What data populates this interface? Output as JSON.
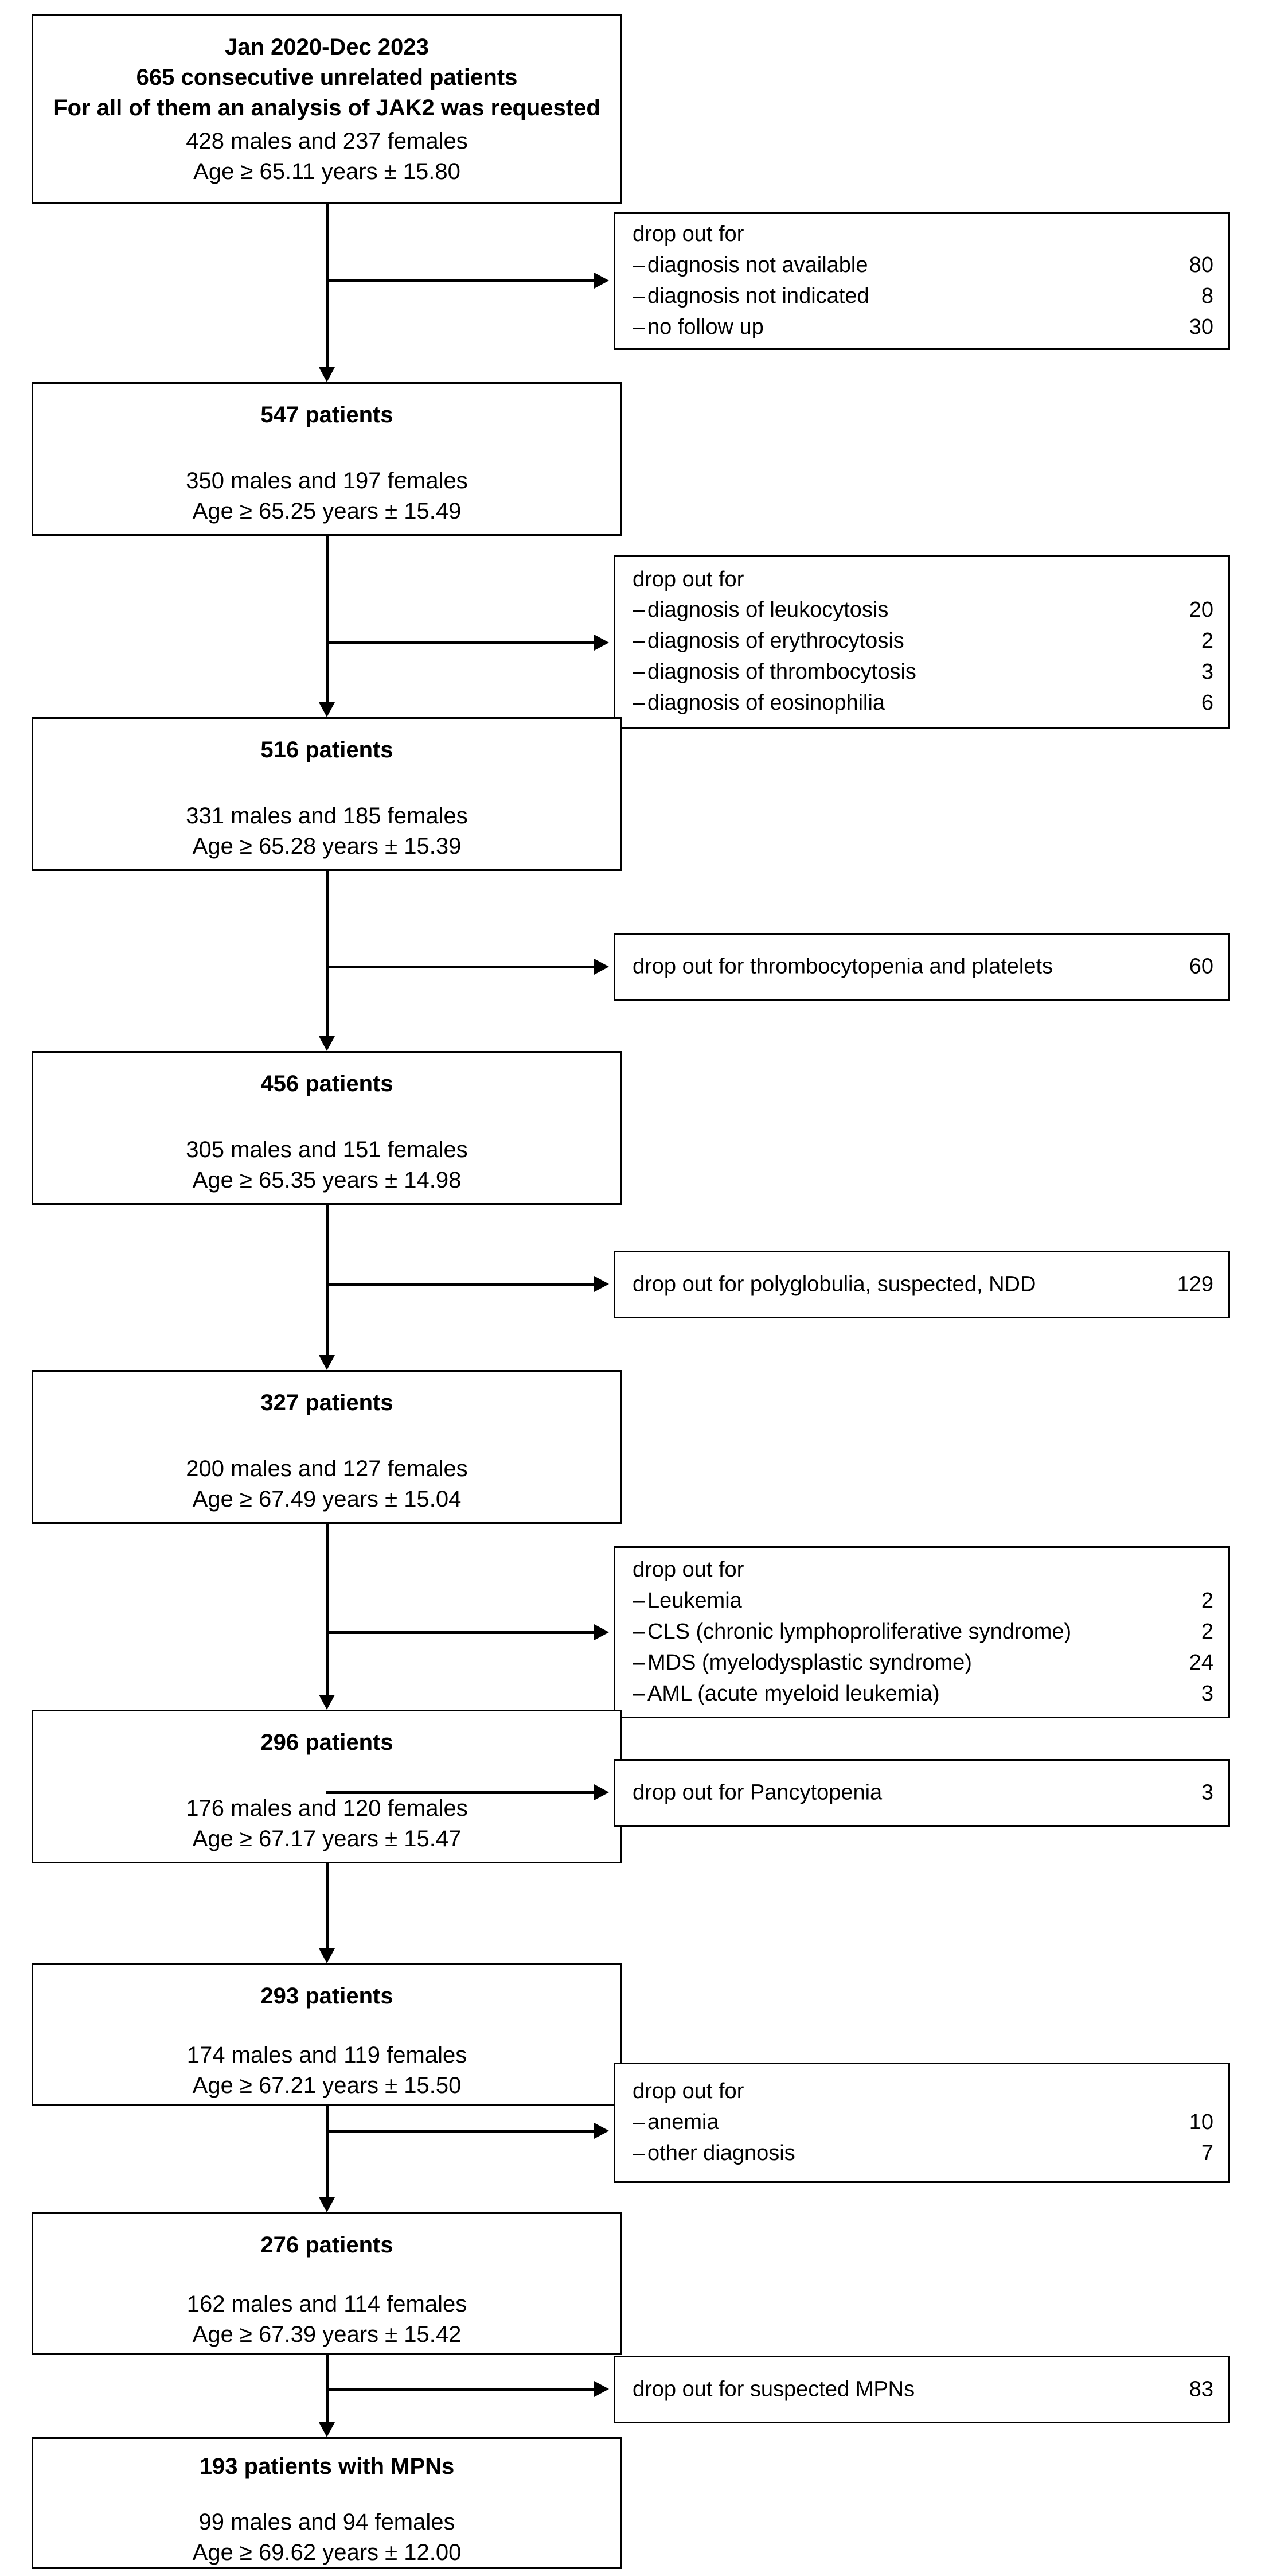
{
  "diagram": {
    "title": "Patient selection flowchart (STROBE-style)",
    "stages": [
      {
        "id": "stage-665",
        "title_lines": [
          "Jan 2020-Dec 2023",
          "665 consecutive unrelated patients",
          "For all of them an analysis of JAK2 was requested"
        ],
        "sub_lines": [
          "428 males and 237 females",
          "Age ≥ 65.11 years ± 15.80"
        ]
      },
      {
        "id": "stage-547",
        "title_lines": [
          "547 patients"
        ],
        "sub_lines": [
          "350 males and 197 females",
          "Age ≥ 65.25 years ± 15.49"
        ]
      },
      {
        "id": "stage-516",
        "title_lines": [
          "516 patients"
        ],
        "sub_lines": [
          "331 males and 185 females",
          "Age ≥ 65.28 years ± 15.39"
        ]
      },
      {
        "id": "stage-456",
        "title_lines": [
          "456 patients"
        ],
        "sub_lines": [
          "305 males and 151 females",
          "Age ≥ 65.35 years ± 14.98"
        ]
      },
      {
        "id": "stage-327",
        "title_lines": [
          "327 patients"
        ],
        "sub_lines": [
          "200 males and 127 females",
          "Age ≥ 67.49 years ± 15.04"
        ]
      },
      {
        "id": "stage-296",
        "title_lines": [
          "296 patients"
        ],
        "sub_lines": [
          "176 males and 120 females",
          "Age ≥ 67.17 years ± 15.47"
        ]
      },
      {
        "id": "stage-293",
        "title_lines": [
          "293 patients"
        ],
        "sub_lines": [
          "174 males and 119 females",
          "Age ≥ 67.21 years ± 15.50"
        ]
      },
      {
        "id": "stage-276",
        "title_lines": [
          "276 patients"
        ],
        "sub_lines": [
          "162 males and 114 females",
          "Age ≥ 67.39 years ± 15.42"
        ]
      },
      {
        "id": "stage-193",
        "title_lines": [
          "193 patients with MPNs"
        ],
        "sub_lines": [
          "99 males and 94 females",
          "Age ≥ 69.62 years ± 12.00"
        ]
      }
    ],
    "dropouts": [
      {
        "id": "dropout-1",
        "heading": "drop out for",
        "dash": "–",
        "items": [
          {
            "label": "diagnosis not available",
            "count": "80"
          },
          {
            "label": "diagnosis not indicated",
            "count": "8"
          },
          {
            "label": "no follow up",
            "count": "30"
          }
        ]
      },
      {
        "id": "dropout-2",
        "heading": "drop out for",
        "dash": "–",
        "items": [
          {
            "label": "diagnosis of leukocytosis",
            "count": "20"
          },
          {
            "label": "diagnosis of erythrocytosis",
            "count": "2"
          },
          {
            "label": "diagnosis of thrombocytosis",
            "count": "3"
          },
          {
            "label": "diagnosis of eosinophilia",
            "count": "6"
          }
        ]
      },
      {
        "id": "dropout-3",
        "heading": "",
        "dash": "",
        "items": [
          {
            "label": "drop out for thrombocytopenia and platelets",
            "count": "60"
          }
        ]
      },
      {
        "id": "dropout-4",
        "heading": "",
        "dash": "",
        "items": [
          {
            "label": "drop out for polyglobulia, suspected, NDD",
            "count": "129"
          }
        ]
      },
      {
        "id": "dropout-5",
        "heading": "drop out for",
        "dash": "–",
        "items": [
          {
            "label": "Leukemia",
            "count": "2"
          },
          {
            "label": "CLS (chronic lymphoproliferative syndrome)",
            "count": "2"
          },
          {
            "label": "MDS (myelodysplastic syndrome)",
            "count": "24"
          },
          {
            "label": "AML (acute myeloid leukemia)",
            "count": "3"
          }
        ]
      },
      {
        "id": "dropout-6",
        "heading": "",
        "dash": "",
        "items": [
          {
            "label": "drop out for Pancytopenia",
            "count": "3"
          }
        ]
      },
      {
        "id": "dropout-7",
        "heading": "drop out for",
        "dash": "–",
        "items": [
          {
            "label": "anemia",
            "count": "10"
          },
          {
            "label": "other diagnosis",
            "count": "7"
          }
        ]
      },
      {
        "id": "dropout-8",
        "heading": "",
        "dash": "",
        "items": [
          {
            "label": "drop out for suspected MPNs",
            "count": "83"
          }
        ]
      }
    ],
    "colors": {
      "stroke": "#000000",
      "background": "#ffffff",
      "text": "#000000"
    }
  }
}
